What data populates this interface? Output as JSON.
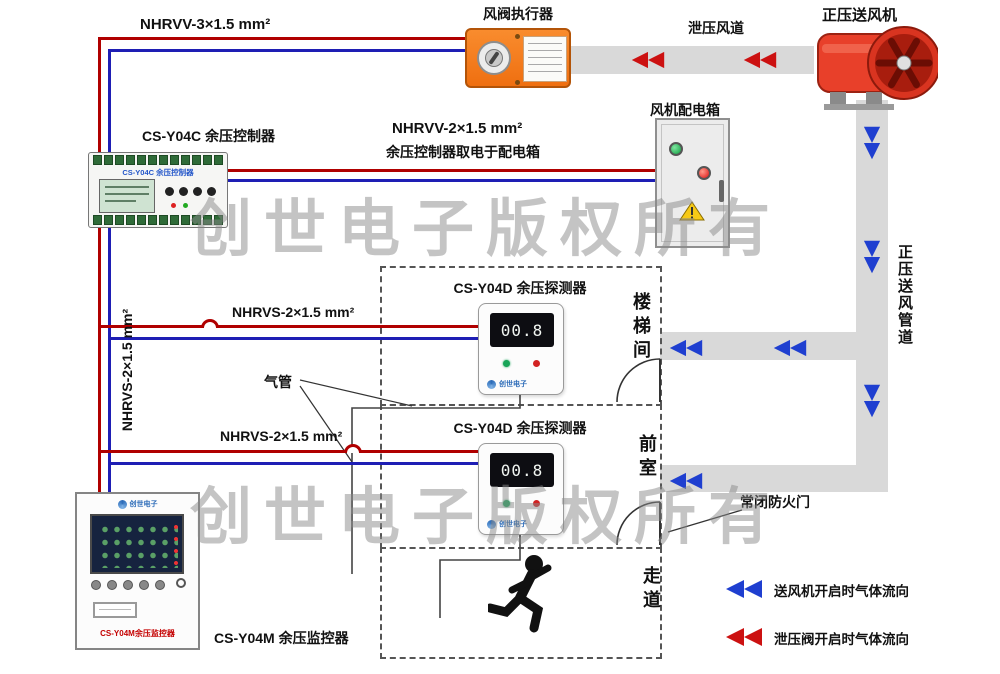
{
  "watermark": "创世电子版权所有",
  "cables": {
    "top": "NHRVV-3×1.5 mm²",
    "power": "NHRVV-2×1.5 mm²",
    "power_note": "余压控制器取电于配电箱",
    "det1": "NHRVS-2×1.5 mm²",
    "det2": "NHRVS-2×1.5 mm²",
    "left_riser": "NHRVS-2×1.5 mm²"
  },
  "ducts": {
    "relief": "泄压风道",
    "supply": "正压送风管道"
  },
  "rooms": {
    "stairwell": "楼梯间",
    "front_room": "前室",
    "corridor": "走道"
  },
  "annotations": {
    "air_tube": "气管",
    "fire_door": "常闭防火门"
  },
  "devices": {
    "actuator": {
      "title": "风阀执行器"
    },
    "fan": {
      "title": "正压送风机"
    },
    "dist_box": {
      "title": "风机配电箱"
    },
    "controller": {
      "title": "CS-Y04C 余压控制器",
      "face_label": "CS-Y04C 余压控制器"
    },
    "monitor": {
      "title": "CS-Y04M 余压监控器",
      "cabinet_label": "CS-Y04M余压监控器",
      "brand": "创世电子"
    },
    "detectors": [
      {
        "title": "CS-Y04D 余压探测器",
        "lcd_value": "00.8",
        "brand": "创世电子"
      },
      {
        "title": "CS-Y04D 余压探测器",
        "lcd_value": "00.8",
        "brand": "创世电子"
      }
    ]
  },
  "legend": [
    {
      "color": "#1f3fd0",
      "text": "送风机开启时气体流向"
    },
    {
      "color": "#cc1111",
      "text": "泄压阀开启时气体流向"
    }
  ],
  "colors": {
    "wire_red": "#b00000",
    "wire_blue": "#1e1eb4",
    "duct_gray": "#d9d9d9",
    "arrow_red": "#cc1111",
    "arrow_blue": "#1f3fd0",
    "actuator_orange": "#ef6f10",
    "fan_red": "#e8402a"
  }
}
